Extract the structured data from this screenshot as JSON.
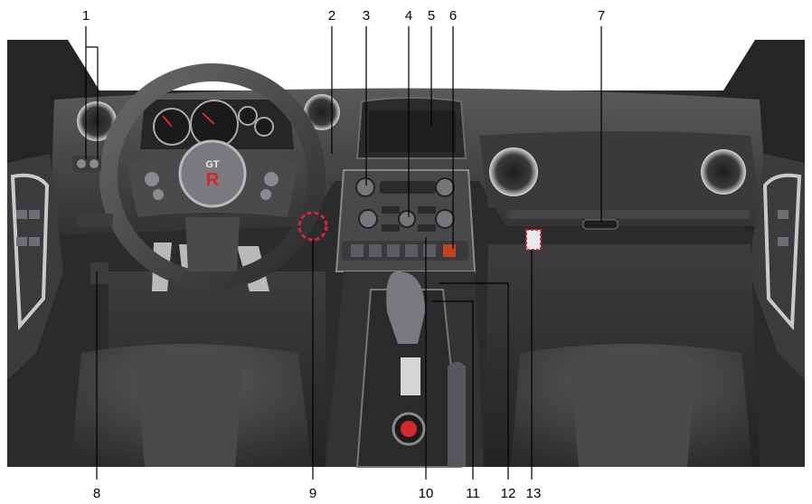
{
  "diagram": {
    "callouts": [
      {
        "id": "1",
        "label": "1"
      },
      {
        "id": "2",
        "label": "2"
      },
      {
        "id": "3",
        "label": "3"
      },
      {
        "id": "4",
        "label": "4"
      },
      {
        "id": "5",
        "label": "5"
      },
      {
        "id": "6",
        "label": "6"
      },
      {
        "id": "7",
        "label": "7"
      },
      {
        "id": "8",
        "label": "8"
      },
      {
        "id": "9",
        "label": "9"
      },
      {
        "id": "10",
        "label": "10"
      },
      {
        "id": "11",
        "label": "11"
      },
      {
        "id": "12",
        "label": "12"
      },
      {
        "id": "13",
        "label": "13"
      }
    ],
    "badge": {
      "brand_line1": "GT",
      "brand_line2": "R"
    },
    "colors": {
      "ink": "#000000",
      "accent_red": "#d62828",
      "dash_dark": "#2f2f31",
      "dash_mid": "#4a4a4d",
      "seat": "#38383a",
      "chrome": "#b9b9bc"
    }
  }
}
